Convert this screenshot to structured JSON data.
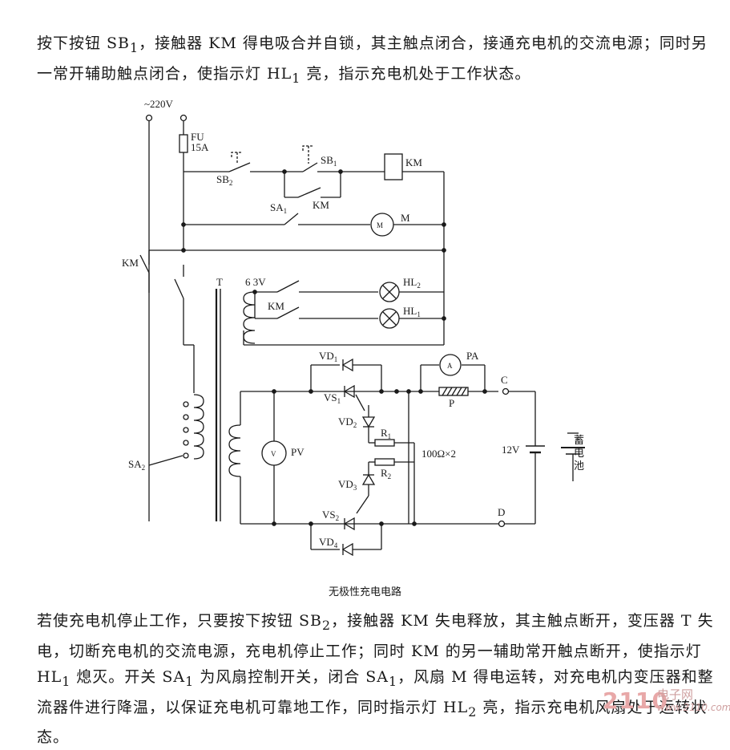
{
  "text": {
    "p1_a": "按下按钮 SB",
    "p1_b": "，接触器 KM 得电吸合并自锁，其主触点闭合，接通充电机的交流电源；同时另一常开辅助触点闭合，使指示灯 HL",
    "p1_c": " 亮，指示充电机处于工作状态。",
    "sub_1": "1",
    "sub_2": "2",
    "caption": "无极性充电电路",
    "p2_a": "若使充电机停止工作，只要按下按钮 SB",
    "p2_b": "，接触器 KM 失电释放，其主触点断开，变压器 T 失电，切断充电机的交流电源，充电机停止工作；同时 KM 的另一辅助常开触点断开，使指示灯 HL",
    "p2_c": " 熄灭。开关 SA",
    "p2_d": " 为风扇控制开关，闭合 SA",
    "p2_e": "，风扇 M 得电运转，对充电机内变压器和整流器件进行降温，以保证充电机可靠地工作，同时指示灯 HL",
    "p2_f": " 亮，指示充电机风扇处于运转状态。"
  },
  "labels": {
    "v220": "~220V",
    "fu": "FU",
    "fu_rating": "15A",
    "sb": "SB",
    "km": "KM",
    "sa": "SA",
    "m": "M",
    "t": "T",
    "v63": "6 3V",
    "hl": "HL",
    "vd": "VD",
    "vs": "VS",
    "r": "R",
    "pa": "PA",
    "a": "A",
    "p": "P",
    "c": "C",
    "d": "D",
    "v": "V",
    "pv": "PV",
    "ohm": "100Ω×2",
    "v12": "12V",
    "battery": [
      "蓄",
      "电",
      "池"
    ],
    "s1": "1",
    "s2": "2",
    "s3": "3",
    "s4": "4"
  },
  "watermark": {
    "number": "2110",
    "name": "电子网",
    "url": "www.2110.com"
  }
}
